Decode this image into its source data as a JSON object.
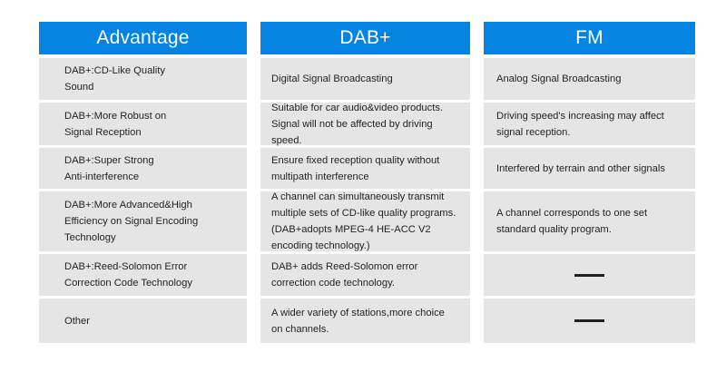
{
  "table": {
    "columns": [
      {
        "key": "advantage",
        "header": "Advantage",
        "cells": [
          {
            "lines": [
              "DAB+:CD-Like Quality",
              "Sound"
            ]
          },
          {
            "lines": [
              "DAB+:More Robust on",
              "Signal Reception"
            ]
          },
          {
            "lines": [
              "DAB+:Super Strong",
              "Anti-interference"
            ]
          },
          {
            "lines": [
              "DAB+:More Advanced&High",
              "Efficiency on Signal Encoding",
              "Technology"
            ]
          },
          {
            "lines": [
              "DAB+:Reed-Solomon Error",
              "Correction Code Technology"
            ]
          },
          {
            "lines": [
              "Other"
            ]
          }
        ]
      },
      {
        "key": "dab-plus",
        "header": "DAB+",
        "cells": [
          {
            "lines": [
              "Digital Signal Broadcasting"
            ]
          },
          {
            "lines": [
              "Suitable for car audio&video products.",
              "Signal will not be affected by driving",
              "speed."
            ]
          },
          {
            "lines": [
              "Ensure fixed reception quality without",
              "multipath interference"
            ]
          },
          {
            "lines": [
              "A channel can simultaneously transmit",
              "multiple sets of CD-like quality programs.",
              "(DAB+adopts MPEG-4 HE-ACC V2",
              "encoding technology.)"
            ]
          },
          {
            "lines": [
              "DAB+ adds Reed-Solomon error",
              "correction code technology."
            ]
          },
          {
            "lines": [
              "A wider variety of stations,more choice",
              "on channels."
            ]
          }
        ]
      },
      {
        "key": "fm",
        "header": "FM",
        "cells": [
          {
            "lines": [
              "Analog Signal Broadcasting"
            ]
          },
          {
            "lines": [
              "Driving speed's increasing may affect",
              "signal reception."
            ]
          },
          {
            "lines": [
              "Interfered by terrain and other signals"
            ]
          },
          {
            "lines": [
              "A channel corresponds to one set",
              "standard quality program."
            ]
          },
          {
            "dash": true,
            "lines": []
          },
          {
            "dash": true,
            "lines": []
          }
        ]
      }
    ]
  },
  "colors": {
    "header_background": "#0484e0",
    "header_text": "#ffffff",
    "cell_background": "#e5e5e5",
    "cell_text": "#231f20",
    "page_background": "#ffffff"
  }
}
